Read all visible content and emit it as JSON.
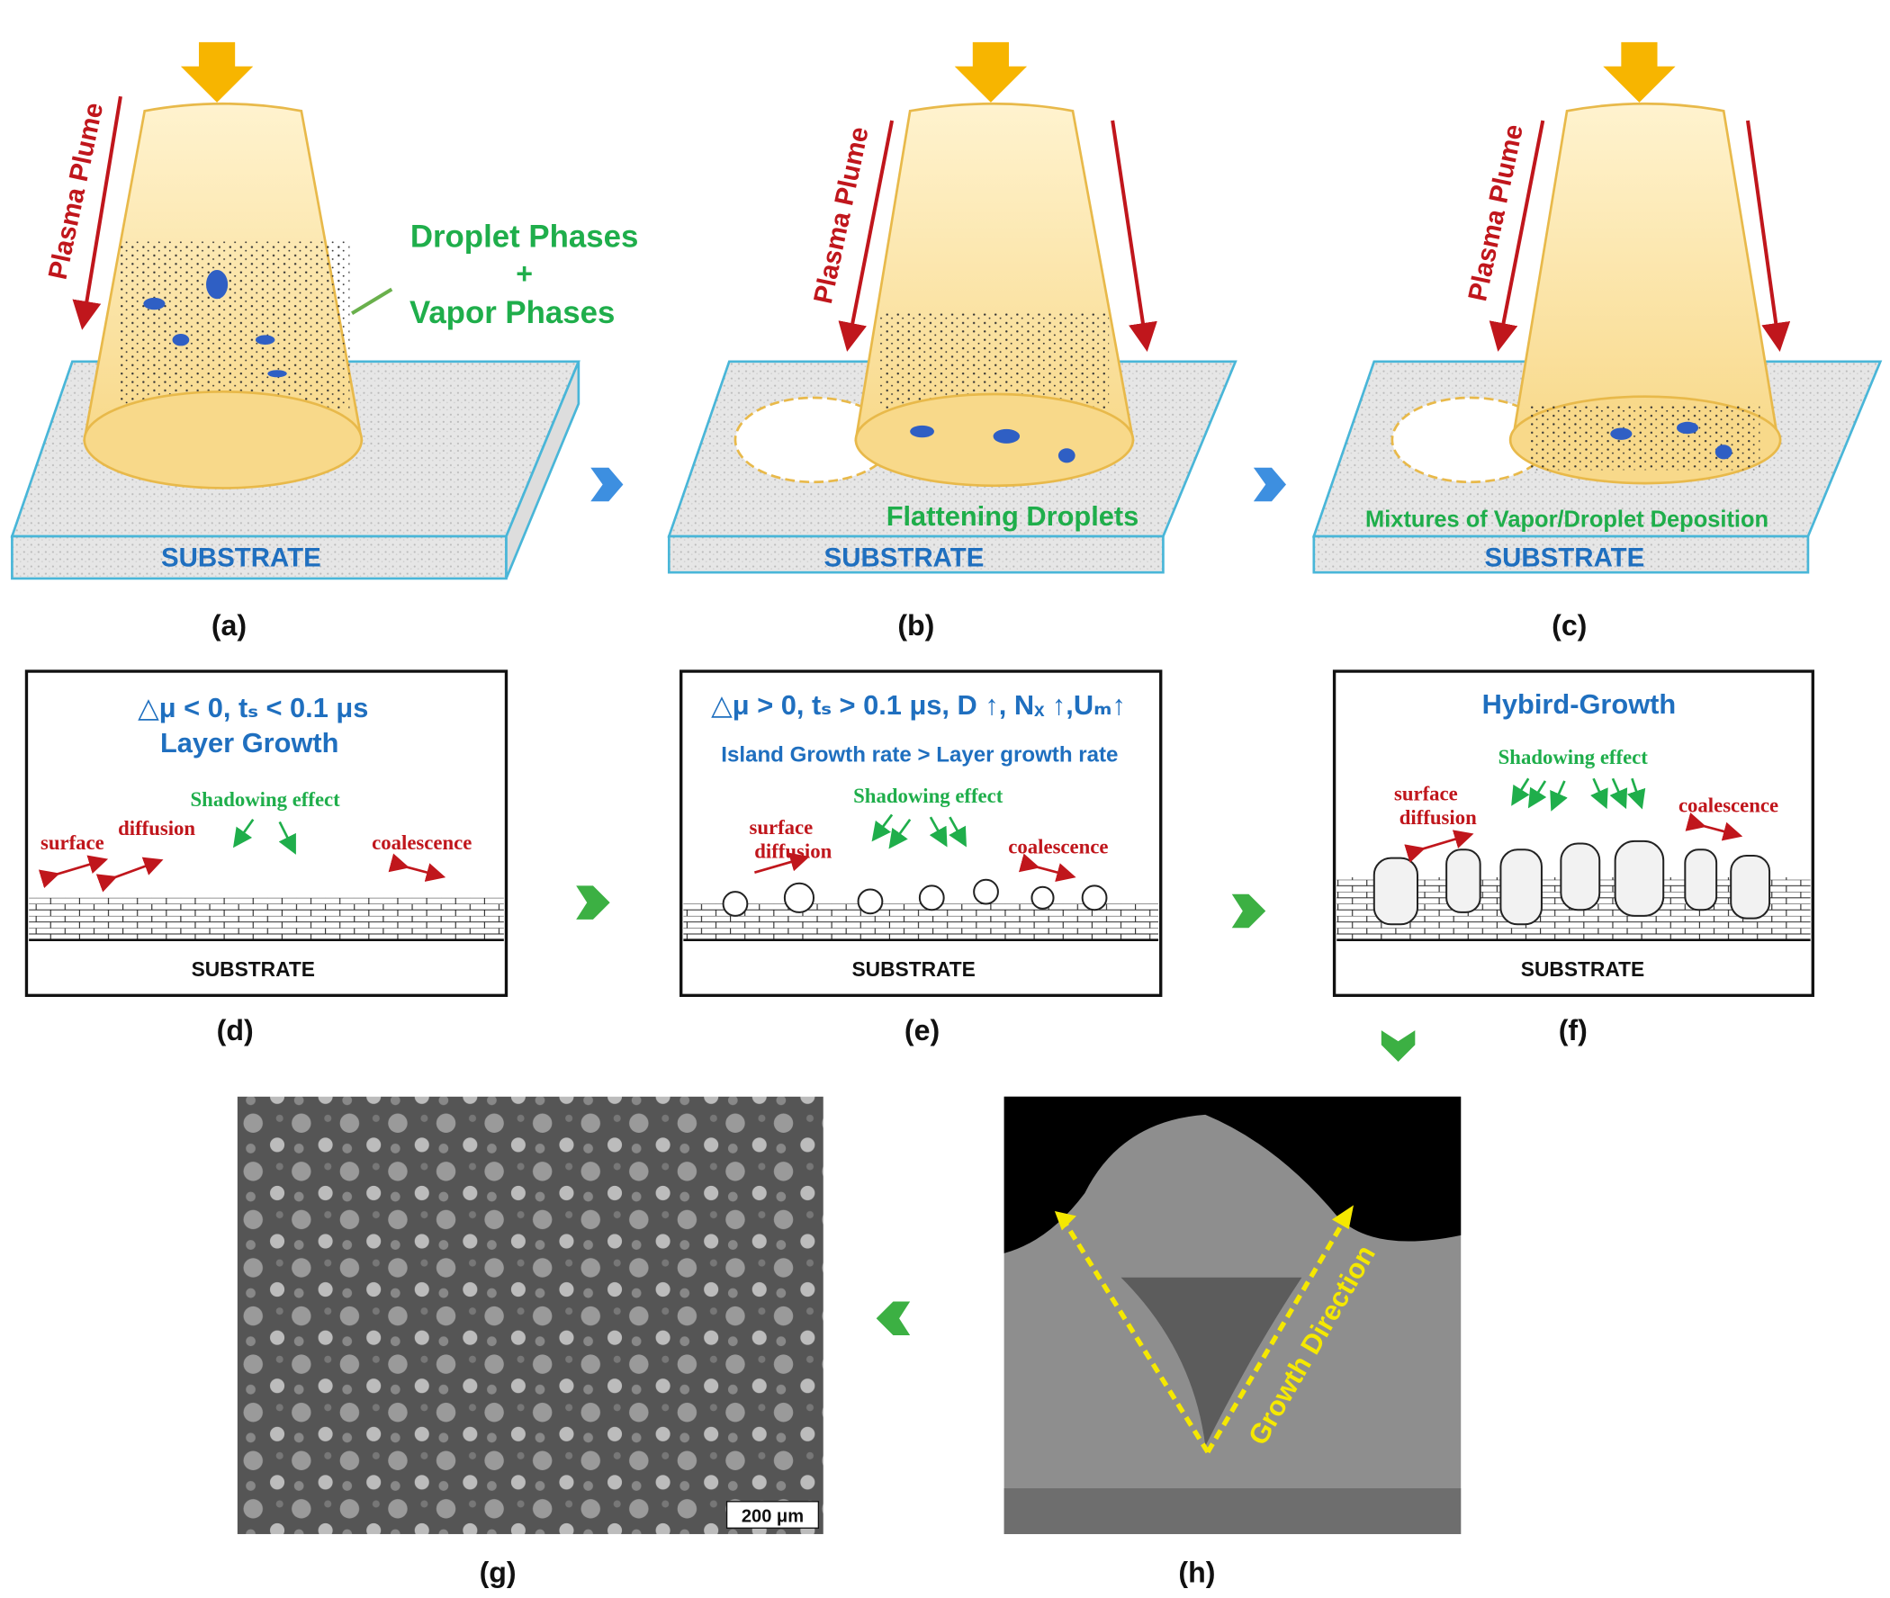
{
  "colors": {
    "red": "#c0161c",
    "green": "#1fae4b",
    "blue": "#1f6fbf",
    "yellow": "#f7c948",
    "cyan_edge": "#49b6d8"
  },
  "top_row": {
    "a": {
      "plume_label": "Plasma Plume",
      "phases_line1": "Droplet Phases",
      "phases_plus": "+",
      "phases_line2": "Vapor Phases",
      "substrate": "SUBSTRATE",
      "label": "(a)"
    },
    "b": {
      "plume_label": "Plasma Plume",
      "deposit_label": "Flattening Droplets",
      "substrate": "SUBSTRATE",
      "label": "(b)"
    },
    "c": {
      "plume_label": "Plasma Plume",
      "deposit_label": "Mixtures of Vapor/Droplet Deposition",
      "substrate": "SUBSTRATE",
      "label": "(c)"
    }
  },
  "mid_row": {
    "d": {
      "line1": "△μ < 0, tₛ < 0.1 μs",
      "line2": "Layer Growth",
      "shadowing": "Shadowing effect",
      "surface": "surface",
      "diffusion": "diffusion",
      "coalescence": "coalescence",
      "substrate": "SUBSTRATE",
      "label": "(d)"
    },
    "e": {
      "line1": "△μ > 0, tₛ > 0.1 μs, D ↑, Nₓ ↑,Uₘ↑",
      "line2": "Island Growth rate > Layer growth rate",
      "shadowing": "Shadowing effect",
      "surface": "surface",
      "diffusion": "diffusion",
      "coalescence": "coalescence",
      "substrate": "SUBSTRATE",
      "label": "(e)"
    },
    "f": {
      "line1": "Hybird-Growth",
      "shadowing": "Shadowing effect",
      "surface": "surface",
      "diffusion": "diffusion",
      "coalescence": "coalescence",
      "substrate": "SUBSTRATE",
      "label": "(f)"
    }
  },
  "bottom_row": {
    "g": {
      "scale_bar": "200 μm",
      "label": "(g)"
    },
    "h": {
      "annotation": "Growth Direction",
      "label": "(h)"
    }
  }
}
